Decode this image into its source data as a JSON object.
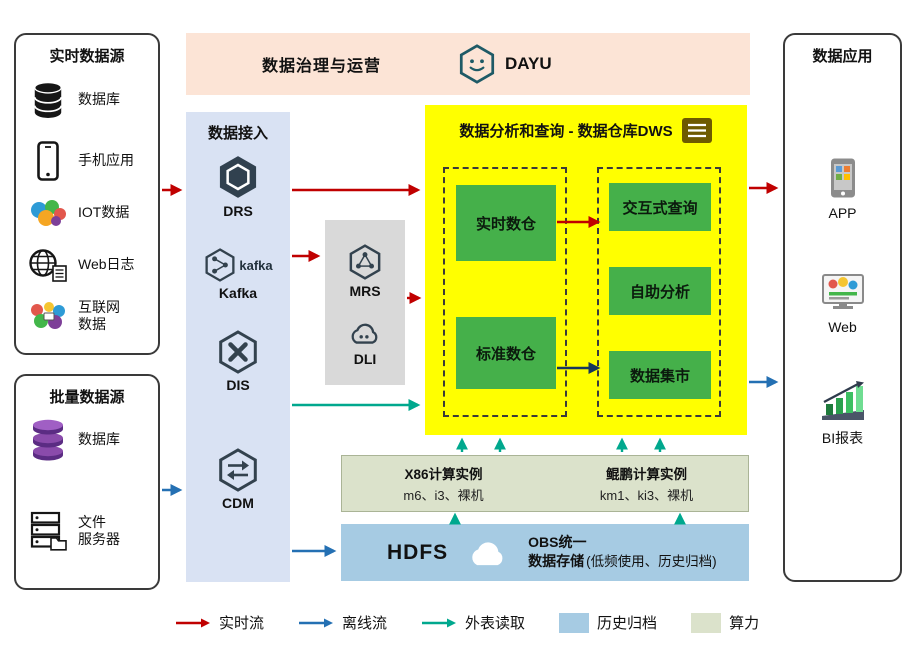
{
  "governance": {
    "title": "数据治理与运营",
    "product": "DAYU"
  },
  "realtime_sources": {
    "title": "实时数据源",
    "items": [
      {
        "label": "数据库",
        "icon": "database-icon"
      },
      {
        "label": "手机应用",
        "icon": "mobile-icon"
      },
      {
        "label": "IOT数据",
        "icon": "iot-icon"
      },
      {
        "label": "Web日志",
        "icon": "weblog-icon"
      },
      {
        "label": "互联网\n数据",
        "icon": "internet-data-icon"
      }
    ]
  },
  "batch_sources": {
    "title": "批量数据源",
    "items": [
      {
        "label": "数据库",
        "icon": "database-purple-icon"
      },
      {
        "label": "文件\n服务器",
        "icon": "file-server-icon"
      }
    ]
  },
  "data_access": {
    "title": "数据接入",
    "kafka_logo": "kafka",
    "services": [
      {
        "label": "DRS",
        "icon": "drs-icon"
      },
      {
        "label": "Kafka",
        "icon": "kafka-icon"
      },
      {
        "label": "DIS",
        "icon": "dis-icon"
      },
      {
        "label": "CDM",
        "icon": "cdm-icon"
      }
    ]
  },
  "processing": {
    "services": [
      {
        "label": "MRS",
        "icon": "mrs-icon"
      },
      {
        "label": "DLI",
        "icon": "dli-icon"
      }
    ]
  },
  "dws": {
    "title": "数据分析和查询 - 数据仓库DWS",
    "warehouses": [
      {
        "label": "实时数仓"
      },
      {
        "label": "标准数仓"
      }
    ],
    "capabilities": [
      {
        "label": "交互式查询"
      },
      {
        "label": "自助分析"
      },
      {
        "label": "数据集市"
      }
    ]
  },
  "compute": {
    "x86_title": "X86计算实例",
    "x86_models": "m6、i3、裸机",
    "kunpeng_title": "鲲鹏计算实例",
    "kunpeng_models": "km1、ki3、裸机"
  },
  "storage": {
    "hdfs": "HDFS",
    "obs_line1": "OBS统一",
    "obs_line2": "数据存储",
    "note": "(低频使用、历史归档)"
  },
  "applications": {
    "title": "数据应用",
    "items": [
      {
        "label": "APP",
        "icon": "app-icon"
      },
      {
        "label": "Web",
        "icon": "web-icon"
      },
      {
        "label": "BI报表",
        "icon": "bi-report-icon"
      }
    ]
  },
  "legend": {
    "items": [
      {
        "label": "实时流",
        "type": "arrow",
        "color": "#c00000"
      },
      {
        "label": "离线流",
        "type": "arrow",
        "color": "#2470b3"
      },
      {
        "label": "外表读取",
        "type": "arrow",
        "color": "#00a88e"
      },
      {
        "label": "历史归档",
        "type": "swatch",
        "color": "#a6cbe3"
      },
      {
        "label": "算力",
        "type": "swatch",
        "color": "#dbe2cb"
      }
    ]
  },
  "flows": [
    {
      "from": "实时数据源",
      "to": "数据接入",
      "type": "实时流"
    },
    {
      "from": "数据接入",
      "to": "数据仓库DWS",
      "type": "实时流"
    },
    {
      "from": "Kafka",
      "to": "MRS",
      "type": "实时流"
    },
    {
      "from": "MRS/DLI",
      "to": "数据仓库DWS",
      "type": "实时流"
    },
    {
      "from": "数据接入",
      "to": "数据仓库DWS",
      "type": "外表读取"
    },
    {
      "from": "批量数据源",
      "to": "数据接入",
      "type": "离线流"
    },
    {
      "from": "CDM",
      "to": "HDFS/OBS",
      "type": "离线流"
    },
    {
      "from": "数据仓库DWS",
      "to": "数据应用",
      "type": "实时流"
    },
    {
      "from": "数据仓库DWS",
      "to": "数据应用",
      "type": "离线流"
    },
    {
      "from": "实时数仓",
      "to": "交互式查询",
      "type": "实时流"
    },
    {
      "from": "标准数仓",
      "to": "数据集市",
      "type": "离线流"
    },
    {
      "from": "计算实例",
      "to": "数据仓库DWS",
      "type": "外表读取"
    },
    {
      "from": "HDFS/OBS",
      "to": "计算实例",
      "type": "外表读取"
    }
  ]
}
